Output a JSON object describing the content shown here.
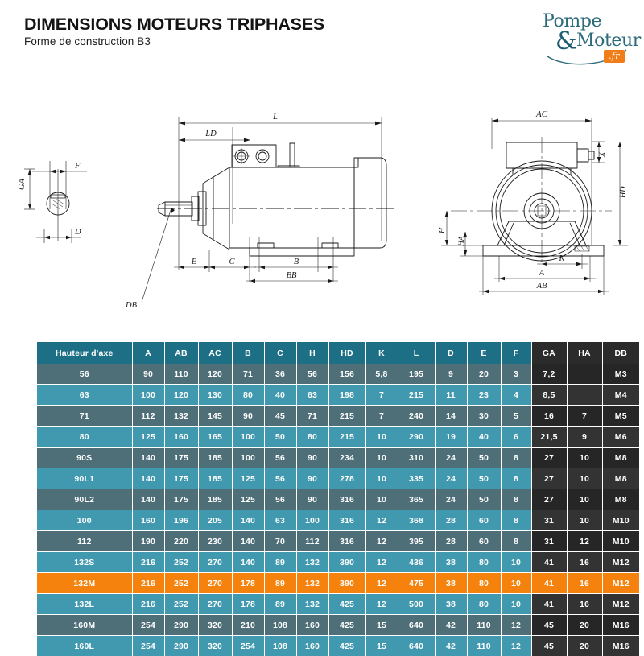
{
  "header": {
    "title": "DIMENSIONS MOTEURS TRIPHASES",
    "subtitle": "Forme de construction B3"
  },
  "logo": {
    "word1": "Pompe",
    "amp": "&",
    "word2": "Moteur",
    "tld": ".fr",
    "brand_color": "#2c6b7a",
    "accent_color": "#f07d18"
  },
  "drawings": {
    "shaft_end_view": {
      "labels": [
        "GA",
        "F",
        "D"
      ]
    },
    "side_view": {
      "labels": [
        "L",
        "LD",
        "DB",
        "E",
        "C",
        "B",
        "BB"
      ]
    },
    "front_view": {
      "labels": [
        "AC",
        "X",
        "HD",
        "H",
        "HA",
        "K",
        "A",
        "AB"
      ]
    }
  },
  "table": {
    "columns": [
      {
        "key": "hauteur",
        "label": "Hauteur d'axe",
        "dark": false
      },
      {
        "key": "A",
        "label": "A",
        "dark": false
      },
      {
        "key": "AB",
        "label": "AB",
        "dark": false
      },
      {
        "key": "AC",
        "label": "AC",
        "dark": false
      },
      {
        "key": "B",
        "label": "B",
        "dark": false
      },
      {
        "key": "C",
        "label": "C",
        "dark": false
      },
      {
        "key": "H",
        "label": "H",
        "dark": false
      },
      {
        "key": "HD",
        "label": "HD",
        "dark": false
      },
      {
        "key": "K",
        "label": "K",
        "dark": false
      },
      {
        "key": "L",
        "label": "L",
        "dark": false
      },
      {
        "key": "D",
        "label": "D",
        "dark": false
      },
      {
        "key": "E",
        "label": "E",
        "dark": false
      },
      {
        "key": "F",
        "label": "F",
        "dark": false
      },
      {
        "key": "GA",
        "label": "GA",
        "dark": true
      },
      {
        "key": "HA",
        "label": "HA",
        "dark": true
      },
      {
        "key": "DB",
        "label": "DB",
        "dark": true
      }
    ],
    "highlighted_row": "132M",
    "rows": [
      {
        "hauteur": "56",
        "A": "90",
        "AB": "110",
        "AC": "120",
        "B": "71",
        "C": "36",
        "H": "56",
        "HD": "156",
        "K": "5,8",
        "L": "195",
        "D": "9",
        "E": "20",
        "F": "3",
        "GA": "7,2",
        "HA": "",
        "DB": "M3"
      },
      {
        "hauteur": "63",
        "A": "100",
        "AB": "120",
        "AC": "130",
        "B": "80",
        "C": "40",
        "H": "63",
        "HD": "198",
        "K": "7",
        "L": "215",
        "D": "11",
        "E": "23",
        "F": "4",
        "GA": "8,5",
        "HA": "",
        "DB": "M4"
      },
      {
        "hauteur": "71",
        "A": "112",
        "AB": "132",
        "AC": "145",
        "B": "90",
        "C": "45",
        "H": "71",
        "HD": "215",
        "K": "7",
        "L": "240",
        "D": "14",
        "E": "30",
        "F": "5",
        "GA": "16",
        "HA": "7",
        "DB": "M5"
      },
      {
        "hauteur": "80",
        "A": "125",
        "AB": "160",
        "AC": "165",
        "B": "100",
        "C": "50",
        "H": "80",
        "HD": "215",
        "K": "10",
        "L": "290",
        "D": "19",
        "E": "40",
        "F": "6",
        "GA": "21,5",
        "HA": "9",
        "DB": "M6"
      },
      {
        "hauteur": "90S",
        "A": "140",
        "AB": "175",
        "AC": "185",
        "B": "100",
        "C": "56",
        "H": "90",
        "HD": "234",
        "K": "10",
        "L": "310",
        "D": "24",
        "E": "50",
        "F": "8",
        "GA": "27",
        "HA": "10",
        "DB": "M8"
      },
      {
        "hauteur": "90L1",
        "A": "140",
        "AB": "175",
        "AC": "185",
        "B": "125",
        "C": "56",
        "H": "90",
        "HD": "278",
        "K": "10",
        "L": "335",
        "D": "24",
        "E": "50",
        "F": "8",
        "GA": "27",
        "HA": "10",
        "DB": "M8"
      },
      {
        "hauteur": "90L2",
        "A": "140",
        "AB": "175",
        "AC": "185",
        "B": "125",
        "C": "56",
        "H": "90",
        "HD": "316",
        "K": "10",
        "L": "365",
        "D": "24",
        "E": "50",
        "F": "8",
        "GA": "27",
        "HA": "10",
        "DB": "M8"
      },
      {
        "hauteur": "100",
        "A": "160",
        "AB": "196",
        "AC": "205",
        "B": "140",
        "C": "63",
        "H": "100",
        "HD": "316",
        "K": "12",
        "L": "368",
        "D": "28",
        "E": "60",
        "F": "8",
        "GA": "31",
        "HA": "10",
        "DB": "M10"
      },
      {
        "hauteur": "112",
        "A": "190",
        "AB": "220",
        "AC": "230",
        "B": "140",
        "C": "70",
        "H": "112",
        "HD": "316",
        "K": "12",
        "L": "395",
        "D": "28",
        "E": "60",
        "F": "8",
        "GA": "31",
        "HA": "12",
        "DB": "M10"
      },
      {
        "hauteur": "132S",
        "A": "216",
        "AB": "252",
        "AC": "270",
        "B": "140",
        "C": "89",
        "H": "132",
        "HD": "390",
        "K": "12",
        "L": "436",
        "D": "38",
        "E": "80",
        "F": "10",
        "GA": "41",
        "HA": "16",
        "DB": "M12"
      },
      {
        "hauteur": "132M",
        "A": "216",
        "AB": "252",
        "AC": "270",
        "B": "178",
        "C": "89",
        "H": "132",
        "HD": "390",
        "K": "12",
        "L": "475",
        "D": "38",
        "E": "80",
        "F": "10",
        "GA": "41",
        "HA": "16",
        "DB": "M12"
      },
      {
        "hauteur": "132L",
        "A": "216",
        "AB": "252",
        "AC": "270",
        "B": "178",
        "C": "89",
        "H": "132",
        "HD": "425",
        "K": "12",
        "L": "500",
        "D": "38",
        "E": "80",
        "F": "10",
        "GA": "41",
        "HA": "16",
        "DB": "M12"
      },
      {
        "hauteur": "160M",
        "A": "254",
        "AB": "290",
        "AC": "320",
        "B": "210",
        "C": "108",
        "H": "160",
        "HD": "425",
        "K": "15",
        "L": "640",
        "D": "42",
        "E": "110",
        "F": "12",
        "GA": "45",
        "HA": "20",
        "DB": "M16"
      },
      {
        "hauteur": "160L",
        "A": "254",
        "AB": "290",
        "AC": "320",
        "B": "254",
        "C": "108",
        "H": "160",
        "HD": "425",
        "K": "15",
        "L": "640",
        "D": "42",
        "E": "110",
        "F": "12",
        "GA": "45",
        "HA": "20",
        "DB": "M16"
      }
    ]
  }
}
